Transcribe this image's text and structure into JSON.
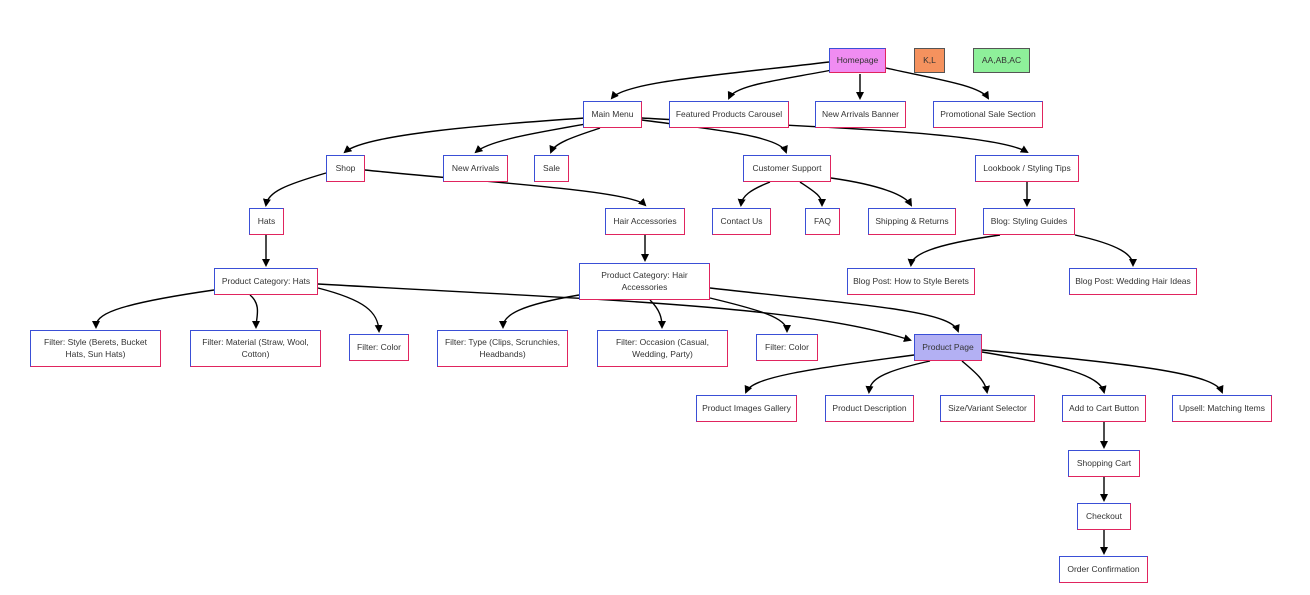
{
  "nodes": {
    "homepage": "Homepage",
    "kl": "K,L",
    "aa": "AA,AB,AC",
    "main_menu": "Main Menu",
    "featured": "Featured Products Carousel",
    "new_arrivals_banner": "New Arrivals Banner",
    "promo": "Promotional Sale Section",
    "shop": "Shop",
    "new_arrivals": "New Arrivals",
    "sale": "Sale",
    "customer_support": "Customer Support",
    "lookbook": "Lookbook / Styling Tips",
    "hats": "Hats",
    "hair_accessories": "Hair Accessories",
    "contact": "Contact Us",
    "faq": "FAQ",
    "shipping": "Shipping & Returns",
    "blog_guides": "Blog: Styling Guides",
    "cat_hats": "Product Category: Hats",
    "cat_hair": "Product Category: Hair Accessories",
    "blog_berets": "Blog Post: How to Style Berets",
    "blog_wedding": "Blog Post: Wedding Hair Ideas",
    "filter_style": "Filter: Style (Berets, Bucket Hats, Sun Hats)",
    "filter_material": "Filter: Material (Straw, Wool, Cotton)",
    "filter_color_hats": "Filter: Color",
    "filter_type": "Filter: Type (Clips, Scrunchies, Headbands)",
    "filter_occasion": "Filter: Occasion (Casual, Wedding, Party)",
    "filter_color_hair": "Filter: Color",
    "product_page": "Product Page",
    "gallery": "Product Images Gallery",
    "description": "Product Description",
    "variant": "Size/Variant Selector",
    "add_to_cart": "Add to Cart Button",
    "upsell": "Upsell: Matching Items",
    "cart": "Shopping Cart",
    "checkout": "Checkout",
    "confirmation": "Order Confirmation"
  },
  "colors": {
    "border_left_top": "#3a4fd6",
    "border_right_bottom": "#e0245e",
    "homepage_fill": "#f08cf2",
    "product_page_fill": "#b3b0f3",
    "kl_fill": "#f5925e",
    "aa_fill": "#8ef09a",
    "edge": "#000000"
  }
}
